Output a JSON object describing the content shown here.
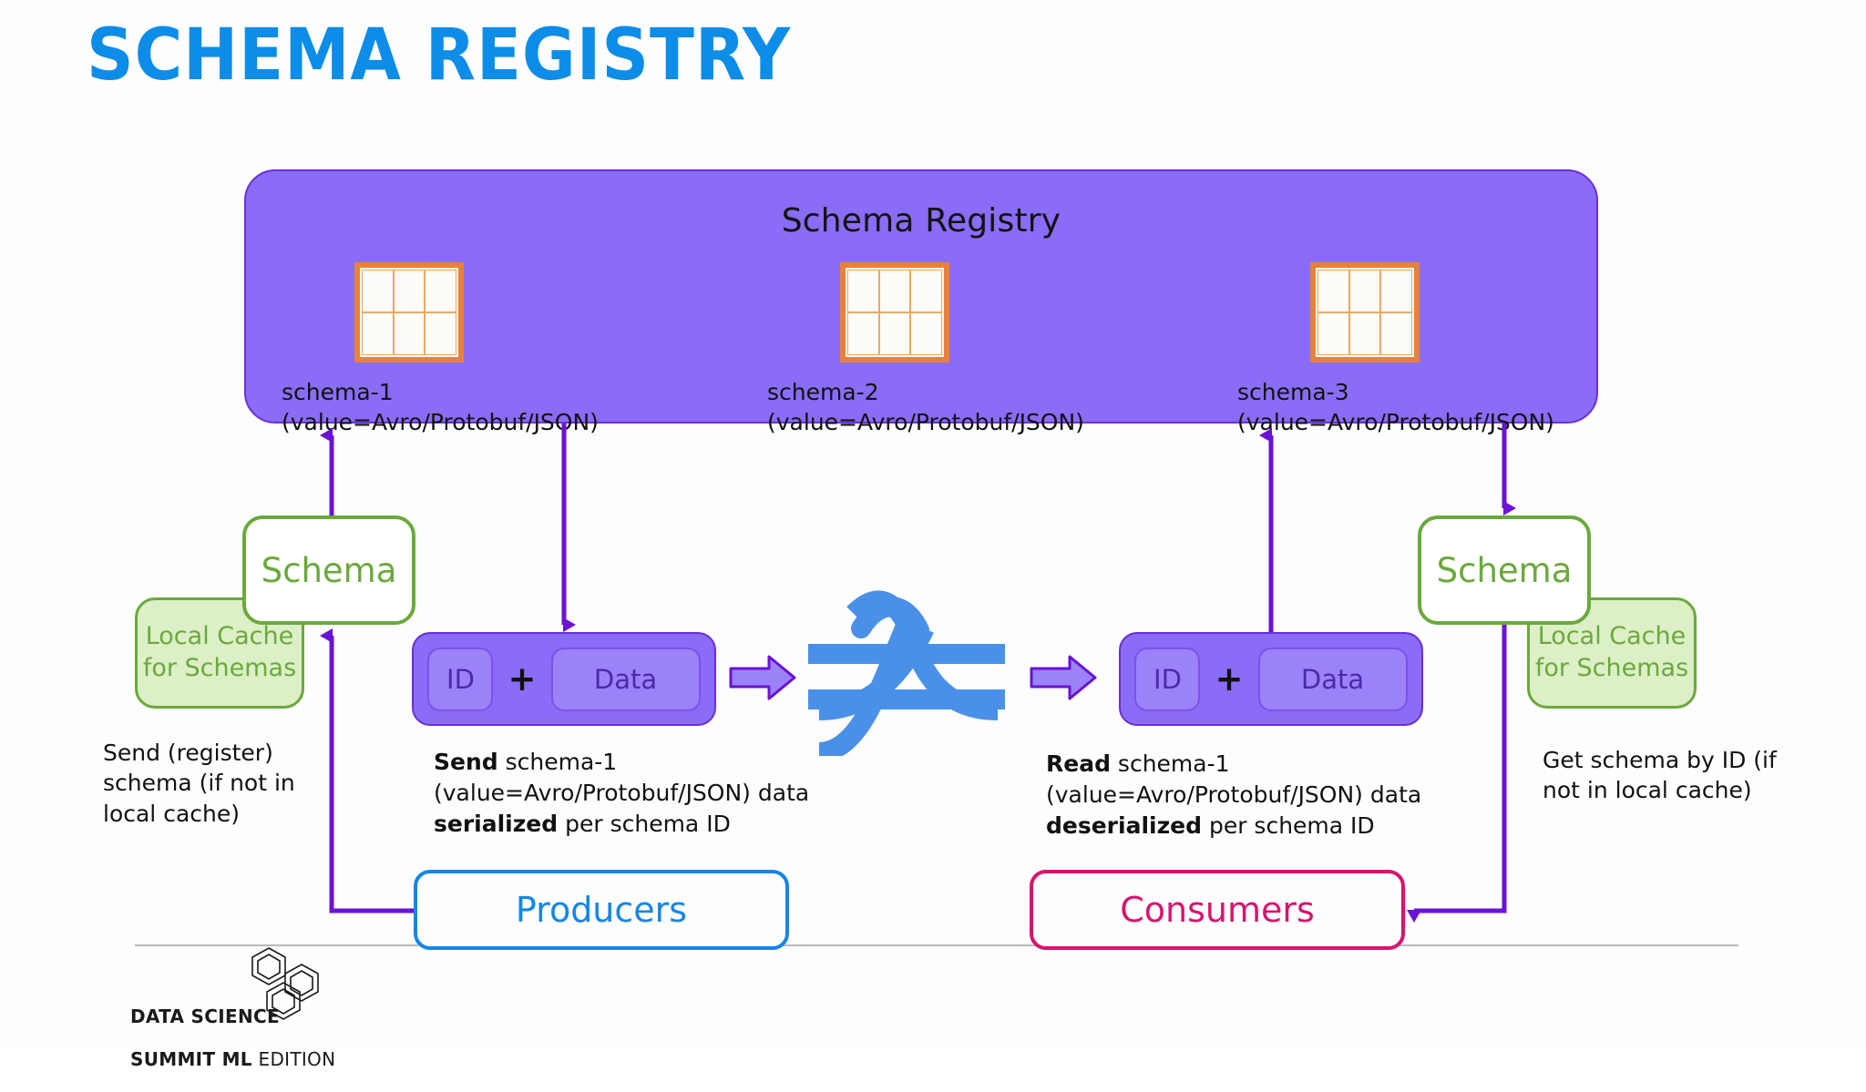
{
  "page": {
    "title": "SCHEMA REGISTRY",
    "title_color": "#0d8ce8",
    "background": "#fdfdfd"
  },
  "registry": {
    "label": "Schema Registry",
    "fill_color": "#8a6cf6",
    "border_color": "#6a2fd6",
    "schemas": [
      {
        "icon": "schema-grid-icon",
        "caption": "schema-1\n(value=Avro/Protobuf/JSON)"
      },
      {
        "icon": "schema-grid-icon",
        "caption": "schema-2\n(value=Avro/Protobuf/JSON)"
      },
      {
        "icon": "schema-grid-icon",
        "caption": "schema-3\n(value=Avro/Protobuf/JSON)"
      }
    ]
  },
  "producer_side": {
    "schema_box_label": "Schema",
    "cache_box_label": "Local Cache\nfor Schemas",
    "caption": "Send (register)\nschema (if not in\nlocal cache)",
    "payload": {
      "id_label": "ID",
      "plus_label": "+",
      "data_label": "Data"
    },
    "flow_caption": {
      "line1_bold": "Send",
      "line1_rest": " schema-1",
      "line2": "(value=Avro/Protobuf/JSON) data",
      "line3_bold": "serialized",
      "line3_rest": " per schema ID"
    },
    "endpoint_label": "Producers",
    "endpoint_color": "#1585e8"
  },
  "consumer_side": {
    "schema_box_label": "Schema",
    "cache_box_label": "Local Cache\nfor Schemas",
    "caption": "Get schema by ID (if\nnot in local cache)",
    "payload": {
      "id_label": "ID",
      "plus_label": "+",
      "data_label": "Data"
    },
    "flow_caption": {
      "line1_bold": "Read",
      "line1_rest": " schema-1",
      "line2": "(value=Avro/Protobuf/JSON) data",
      "line3_bold": "deserialized",
      "line3_rest": " per schema ID"
    },
    "endpoint_label": "Consumers",
    "endpoint_color": "#d6156e"
  },
  "broker": {
    "icon": "kafka-stream-icon",
    "color": "#4a90e8"
  },
  "arrows": {
    "connector_color": "#6a12d6",
    "block_arrow_fill": "#9b82f8",
    "block_arrow_stroke": "#6a12d6"
  },
  "footer_logo": {
    "line1": "DATA SCIENCE",
    "line2_bold": "SUMMIT ML",
    "line2_thin": " EDITION",
    "mark": "hexagon-cluster-icon"
  }
}
